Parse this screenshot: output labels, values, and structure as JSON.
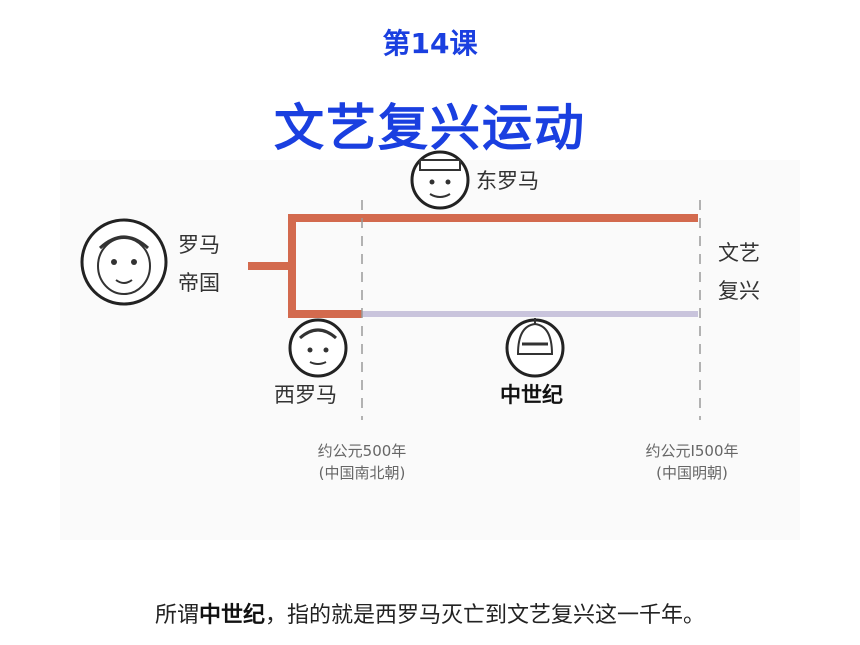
{
  "header": {
    "lesson": "第14课",
    "title": "文艺复兴运动"
  },
  "diagram": {
    "roman_empire": [
      "罗马",
      "帝国"
    ],
    "east_rome": "东罗马",
    "west_rome": "西罗马",
    "middle_ages": "中世纪",
    "renaissance": [
      "文艺",
      "复兴"
    ],
    "date_start": [
      "约公元500年",
      "(中国南北朝)"
    ],
    "date_end": [
      "约公元I500年",
      "(中国明朝)"
    ],
    "colors": {
      "empire_line": "#d36a4e",
      "medieval_line": "#c9c4dc",
      "dash": "#999999"
    }
  },
  "caption": {
    "prefix": "所谓",
    "bold": "中世纪",
    "suffix": "，指的就是西罗马灭亡到文艺复兴这一千年。"
  }
}
